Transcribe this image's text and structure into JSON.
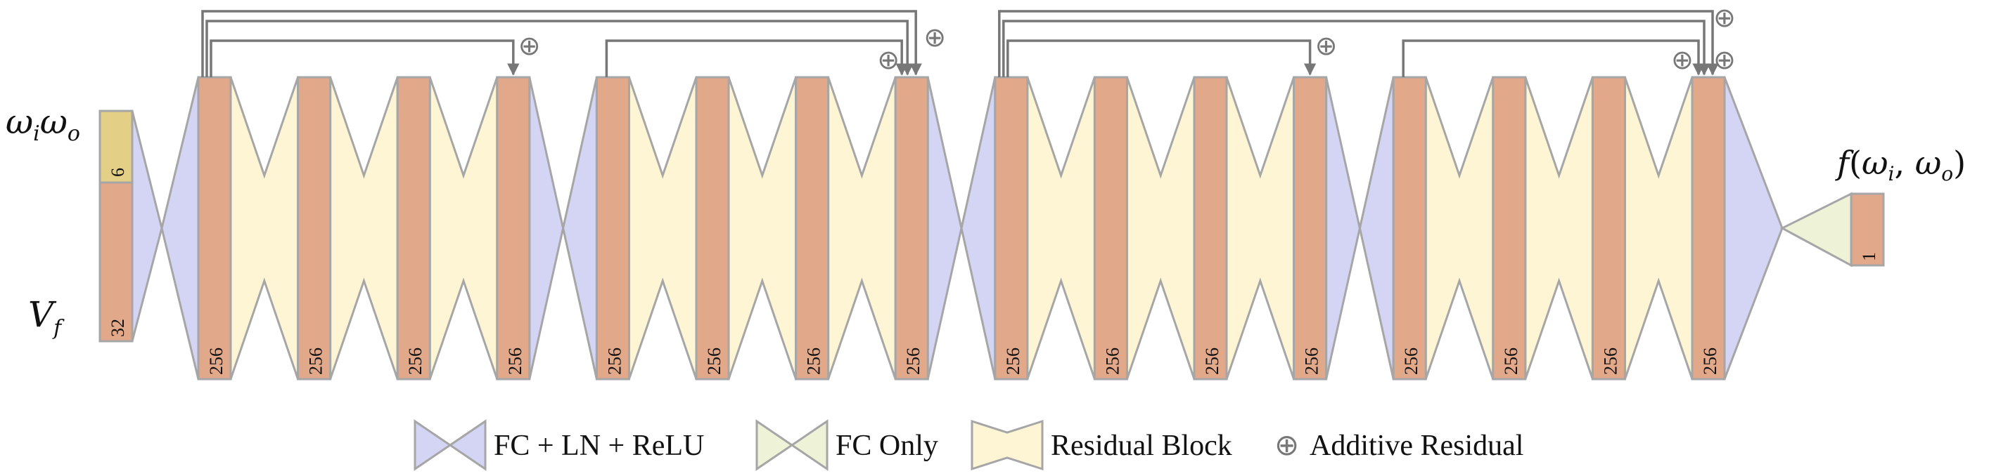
{
  "inputs": {
    "omega_label": "ωiωo",
    "vf_label": "Vf",
    "omega_dim": "6",
    "vf_dim": "32"
  },
  "layer_dim": "256",
  "layer_count": 16,
  "connector_types": [
    "fc_ln_relu",
    "residual_block",
    "residual_block",
    "residual_block",
    "fc_ln_relu",
    "residual_block",
    "residual_block",
    "residual_block",
    "fc_ln_relu",
    "residual_block",
    "residual_block",
    "residual_block",
    "fc_ln_relu",
    "residual_block",
    "residual_block",
    "residual_block",
    "fc_ln_relu"
  ],
  "skip_connections": [
    {
      "from": 1,
      "to": 4
    },
    {
      "from": 1,
      "to": 8
    },
    {
      "from": 1,
      "to": 8
    },
    {
      "from": 5,
      "to": 8
    },
    {
      "from": 9,
      "to": 12
    },
    {
      "from": 9,
      "to": 16
    },
    {
      "from": 9,
      "to": 16
    },
    {
      "from": 13,
      "to": 16
    }
  ],
  "output": {
    "label": "f(ωi, ωo)",
    "dim": "1"
  },
  "residual_symbol": "⊕",
  "legend": [
    {
      "key": "fc_ln_relu",
      "label": "FC + LN + ReLU"
    },
    {
      "key": "fc_only",
      "label": "FC Only"
    },
    {
      "key": "residual_block",
      "label": "Residual Block"
    },
    {
      "key": "additive_residual",
      "label": "Additive Residual"
    }
  ],
  "colors": {
    "fc_ln_relu": "#d4d4f4",
    "fc_only": "#eef3d8",
    "residual_block": "#fdf5d4",
    "layer": "#e2a88a",
    "omega_box": "#e3cf86",
    "stroke": "#a6a6a6",
    "arrow": "#777777"
  }
}
